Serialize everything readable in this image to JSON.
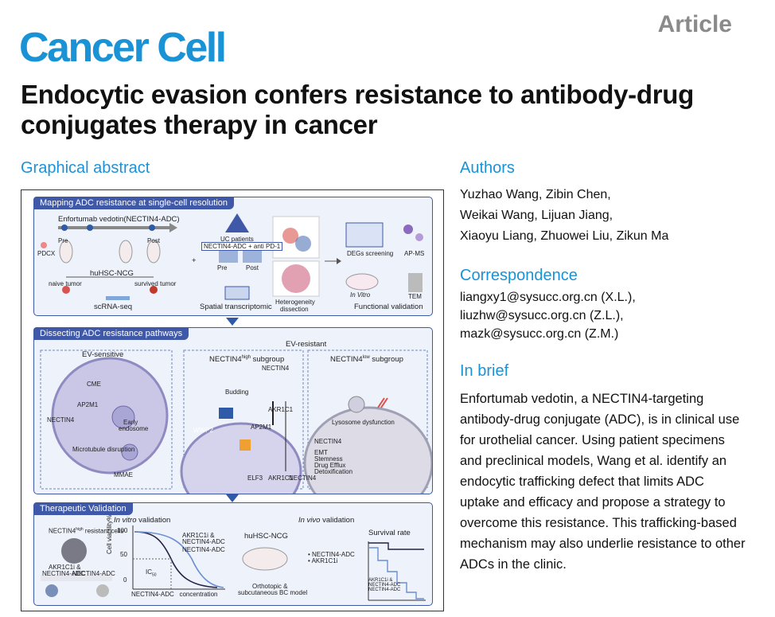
{
  "header": {
    "journal": "Cancer Cell",
    "article_type": "Article"
  },
  "title": "Endocytic evasion confers resistance to antibody-drug conjugates therapy in cancer",
  "sections": {
    "graphical_abstract": "Graphical abstract",
    "authors": "Authors",
    "correspondence": "Correspondence",
    "in_brief": "In brief"
  },
  "authors": [
    "Yuzhao Wang, Zibin Chen,",
    "Weikai Wang, Lijuan Jiang,",
    "Xiaoyu Liang, Zhuowei Liu, Zikun Ma"
  ],
  "correspondence": [
    "liangxy1@sysucc.org.cn (X.L.),",
    "liuzhw@sysucc.org.cn (Z.L.),",
    "mazk@sysucc.org.cn (Z.M.)"
  ],
  "in_brief": "Enfortumab vedotin, a NECTIN4-targeting antibody-drug conjugate (ADC), is in clinical use for urothelial cancer. Using patient specimens and preclinical models, Wang et al. identify an endocytic trafficking defect that limits ADC uptake and efficacy and propose a strategy to overcome this resistance. This trafficking-based mechanism may also underlie resistance to other ADCs in the clinic.",
  "abstract": {
    "panel1": {
      "title": "Mapping ADC resistance at single-cell resolution",
      "drug": "Enfortumab vedotin(NECTIN4-ADC)",
      "pre": "Pre",
      "post": "Post",
      "pdcx": "PDCX",
      "model": "huHSC-NCG",
      "naive": "naive tumor",
      "survived": "survived tumor",
      "scrna": "scRNA-seq",
      "plus": "+",
      "uc_patients": "UC patients",
      "treatment": "NECTIN4-ADC + anti PD-1",
      "pre2": "Pre",
      "post2": "Post",
      "spatial": "Spatial transcriptomic",
      "hetero1": "Heterogeneity",
      "hetero2": "dissection",
      "degs": "DEGs screening",
      "apms": "AP-MS",
      "invitro": "In Vitro",
      "tem": "TEM",
      "functional": "Functional validation"
    },
    "panel2": {
      "title": "Dissecting ADC resistance pathways",
      "ev_sensitive": "EV-sensitive",
      "ev_resistant": "EV-resistant",
      "high_subgroup_a": "NECTIN4",
      "high_sup": "high",
      "high_subgroup_b": " subgroup",
      "low_subgroup_a": "NECTIN4",
      "low_sup": "low",
      "low_subgroup_b": " subgroup",
      "cme": "CME",
      "ap2m1": "AP2M1",
      "nectin4": "NECTIN4",
      "early1": "Early",
      "early2": "endosome",
      "microtubule": "Microtubule disruption",
      "mmae": "MMAE",
      "budding": "Budding",
      "nectin4b": "NECTIN4",
      "akr1c1": "AKR1C1",
      "wwp2": "WWP2",
      "ap2m1b": "AP2M1",
      "elf3": "ELF3",
      "akr1c1b": "AKR1C1",
      "nectin4c": "NECTIN4",
      "lysosome": "Lysosome dysfunction",
      "nectin4low": "NECTIN4",
      "emt": "EMT",
      "stemness": "Stemness",
      "drug_efflux": "Drug Efflux",
      "detox": "Detoxification"
    },
    "panel3": {
      "title": "Therapeutic Validation",
      "invitro_a": "In vitro",
      "invitro_b": " validation",
      "invivo_a": "In vivo",
      "invivo_b": " validation",
      "cells_a": "NECTIN4",
      "cells_sup": "high",
      "cells_b": " resistant cells",
      "ylabel": "Cell viability%",
      "y100": "100",
      "y50": "50",
      "y0": "0",
      "legend1a": "AKR1C1i &",
      "legend1b": "NECTIN4-ADC",
      "legend2": "NECTIN4-ADC",
      "ic50": "IC",
      "ic50_sub": "50",
      "xlabel_a": "NECTIN4-ADC",
      "xlabel_b": "concentration",
      "combo_a": "AKR1C1i &",
      "combo_b": "NECTIN4-ADC",
      "mono": "NECTIN4-ADC",
      "model": "huHSC-NCG",
      "ortho1": "Orthotopic &",
      "ortho2": "subcutaneous BC model",
      "drug1": "NECTIN4-ADC",
      "drug2": "AKR1C1i",
      "survival": "Survival rate",
      "s_leg1": "AKR1C1i &",
      "s_leg2": "NECTIN4-ADC",
      "s_leg3": "NECTIN4-ADC"
    }
  },
  "colors": {
    "brand": "#1a93d6",
    "panel": "#3f58a8",
    "curve_combo": "#222244",
    "curve_mono": "#6a8fd0"
  }
}
